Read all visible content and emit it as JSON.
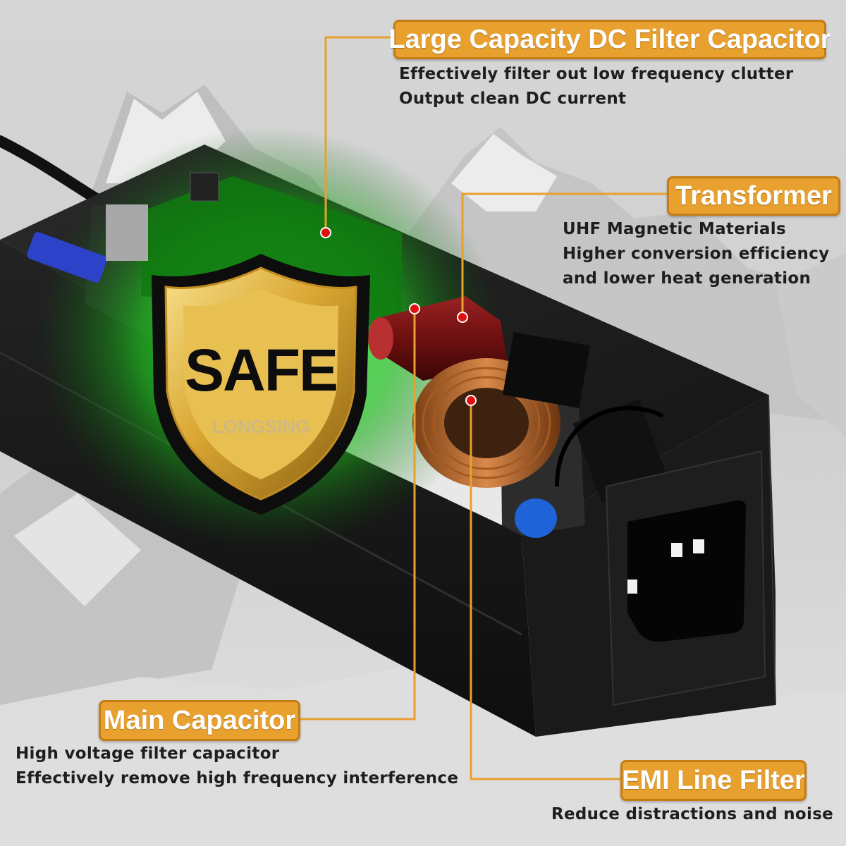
{
  "badge": {
    "title": "SAFE",
    "subtitle": "LONGSING"
  },
  "callouts": {
    "dc_filter": {
      "title": "Large Capacity DC Filter Capacitor",
      "lines": [
        "Effectively filter out low frequency clutter",
        "Output clean DC current"
      ]
    },
    "transformer": {
      "title": "Transformer",
      "lines": [
        "UHF Magnetic Materials",
        "Higher conversion efficiency",
        "and lower heat generation"
      ]
    },
    "main_capacitor": {
      "title": "Main Capacitor",
      "lines": [
        "High voltage filter capacitor",
        "Effectively remove high frequency interference"
      ]
    },
    "emi_filter": {
      "title": "EMI Line Filter",
      "lines": [
        "Reduce distractions and noise"
      ]
    }
  },
  "colors": {
    "accent_orange": "#e8a02f",
    "accent_orange_border": "#c47d12",
    "marker_red": "#e01010",
    "glow_green": "#2bd92b",
    "case_black": "#1b1b1b",
    "badge_gold": "#e0b040"
  }
}
